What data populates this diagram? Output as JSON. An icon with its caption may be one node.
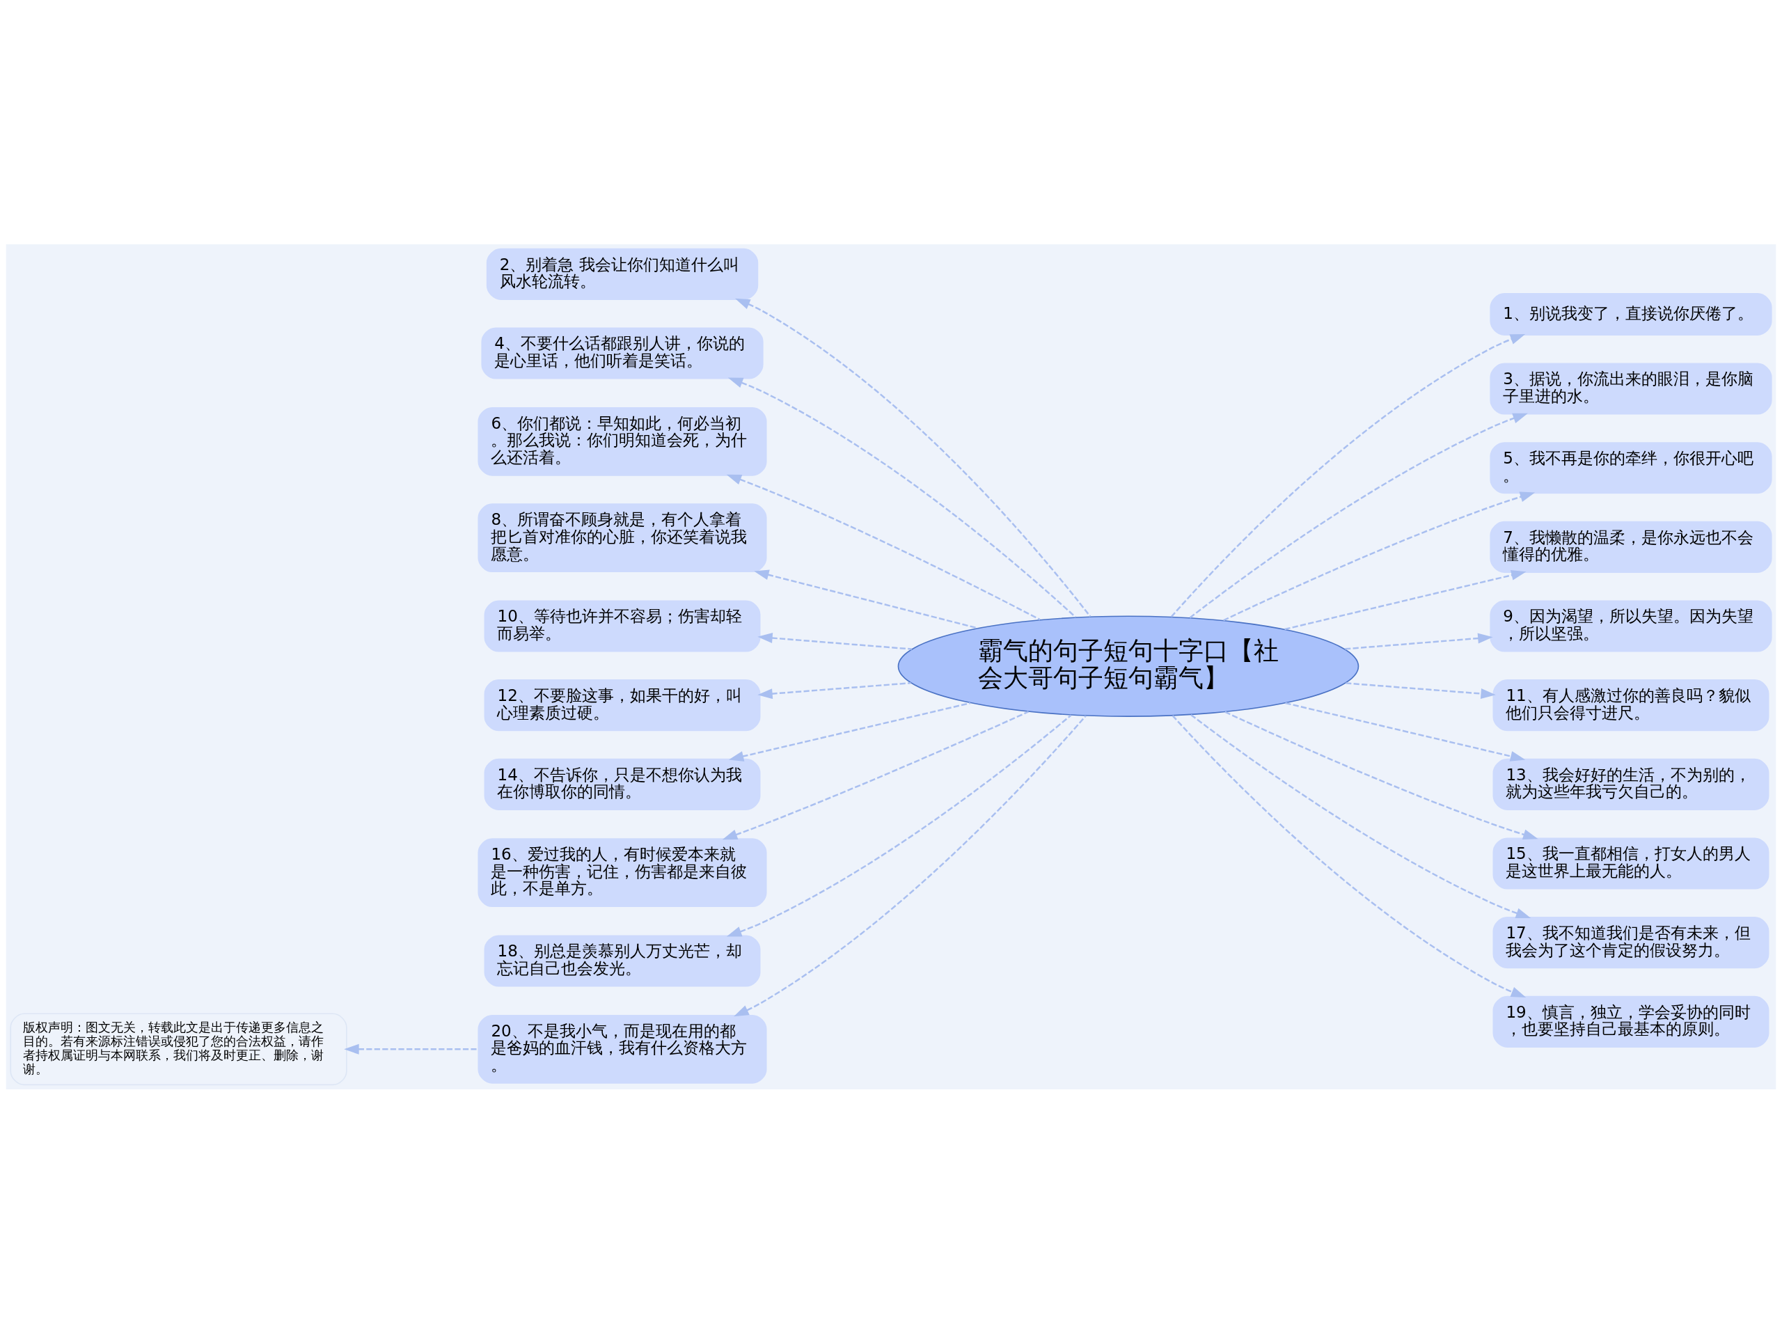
{
  "diagram": {
    "nodes": [
      {
        "text": [
          "霸气的句子短句十字口【社会大哥句子短句霸气】"
        ]
      },
      {
        "text": [
          "1、别说我变了，直接说你厌倦了。"
        ]
      },
      {
        "text": [
          "2、别着急 我会让你们知道什么叫风水轮流转。"
        ]
      },
      {
        "text": [
          "3、据说，你流出来的眼泪，是你脑子里进的水。"
        ]
      },
      {
        "text": [
          "4、不要什么话都跟别人讲，你说的是心里话，他们听着是笑话。"
        ]
      },
      {
        "text": [
          "5、我不再是你的牵绊，你很开心吧。"
        ]
      },
      {
        "text": [
          "6、你们都说：早知如此，何必当初。那么我说：你们明知道会死，为什么还活着。"
        ]
      },
      {
        "text": [
          "7、我懒散的温柔，是你永远也不会懂得的优雅。"
        ]
      },
      {
        "text": [
          "8、所谓奋不顾身就是，有个人拿着把匕首对准你的心脏，你还笑着说我愿意。"
        ]
      },
      {
        "text": [
          "9、因为渴望，所以失望。因为失望，所以坚强。"
        ]
      },
      {
        "text": [
          "10、等待也许并不容易；伤害却轻而易举。"
        ]
      },
      {
        "text": [
          "11、有人感激过你的善良吗？貌似他们只会得寸进尺。"
        ]
      },
      {
        "text": [
          "12、不要脸这事，如果干的好，叫心理素质过硬。"
        ]
      },
      {
        "text": [
          "13、我会好好的生活，不为别的，就为这些年我亏欠自己的。"
        ]
      },
      {
        "text": [
          "14、不告诉你，只是不想你认为我在你博取你的同情。"
        ]
      },
      {
        "text": [
          "15、我一直都相信，打女人的男人是这世界上最无能的人。"
        ]
      },
      {
        "text": [
          "16、爱过我的人，有时候爱本来就是一种伤害，记住，伤害都是来自彼此，不是单方。"
        ]
      },
      {
        "text": [
          "17、我不知道我们是否有未来，但我会为了这个肯定的假设努力。"
        ]
      },
      {
        "text": [
          "18、别总是羡慕别人万丈光芒，却忘记自己也会发光。"
        ]
      },
      {
        "text": [
          "19、慎言，独立，学会妥协的同时，也要坚持自己最基本的原则。"
        ]
      },
      {
        "text": [
          "20、不是我小气，而是现在用的都是爸妈的血汗钱，我有什么资格大方。"
        ]
      },
      {
        "text": [
          "版权声明：图文无关，转载此文是出于传递更多信息之目的。若有来源标注错误或侵犯了您的合法权益，请作者持权属证明与本网联系，我们将及时更正、删除，谢谢。"
        ]
      }
    ],
    "edges": [
      {
        "from": 0,
        "to": 1,
        "arrow": "to",
        "style": "dashed"
      },
      {
        "from": 0,
        "to": 2,
        "arrow": "to",
        "style": "dashed"
      },
      {
        "from": 0,
        "to": 3,
        "arrow": "to",
        "style": "dashed"
      },
      {
        "from": 0,
        "to": 4,
        "arrow": "to",
        "style": "dashed"
      },
      {
        "from": 0,
        "to": 5,
        "arrow": "to",
        "style": "dashed"
      },
      {
        "from": 0,
        "to": 6,
        "arrow": "to",
        "style": "dashed"
      },
      {
        "from": 0,
        "to": 7,
        "arrow": "to",
        "style": "dashed"
      },
      {
        "from": 0,
        "to": 8,
        "arrow": "to",
        "style": "dashed"
      },
      {
        "from": 0,
        "to": 9,
        "arrow": "to",
        "style": "dashed"
      },
      {
        "from": 0,
        "to": 10,
        "arrow": "to",
        "style": "dashed"
      },
      {
        "from": 0,
        "to": 11,
        "arrow": "to",
        "style": "dashed"
      },
      {
        "from": 0,
        "to": 12,
        "arrow": "to",
        "style": "dashed"
      },
      {
        "from": 0,
        "to": 13,
        "arrow": "to",
        "style": "dashed"
      },
      {
        "from": 0,
        "to": 14,
        "arrow": "to",
        "style": "dashed"
      },
      {
        "from": 0,
        "to": 15,
        "arrow": "to",
        "style": "dashed"
      },
      {
        "from": 0,
        "to": 16,
        "arrow": "to",
        "style": "dashed"
      },
      {
        "from": 0,
        "to": 17,
        "arrow": "to",
        "style": "dashed"
      },
      {
        "from": 0,
        "to": 18,
        "arrow": "to",
        "style": "dashed"
      },
      {
        "from": 0,
        "to": 19,
        "arrow": "to",
        "style": "dashed"
      },
      {
        "from": 0,
        "to": 20,
        "arrow": "to",
        "style": "dashed"
      },
      {
        "from": 20,
        "to": 21,
        "arrow": "to",
        "style": "dashed"
      }
    ]
  }
}
